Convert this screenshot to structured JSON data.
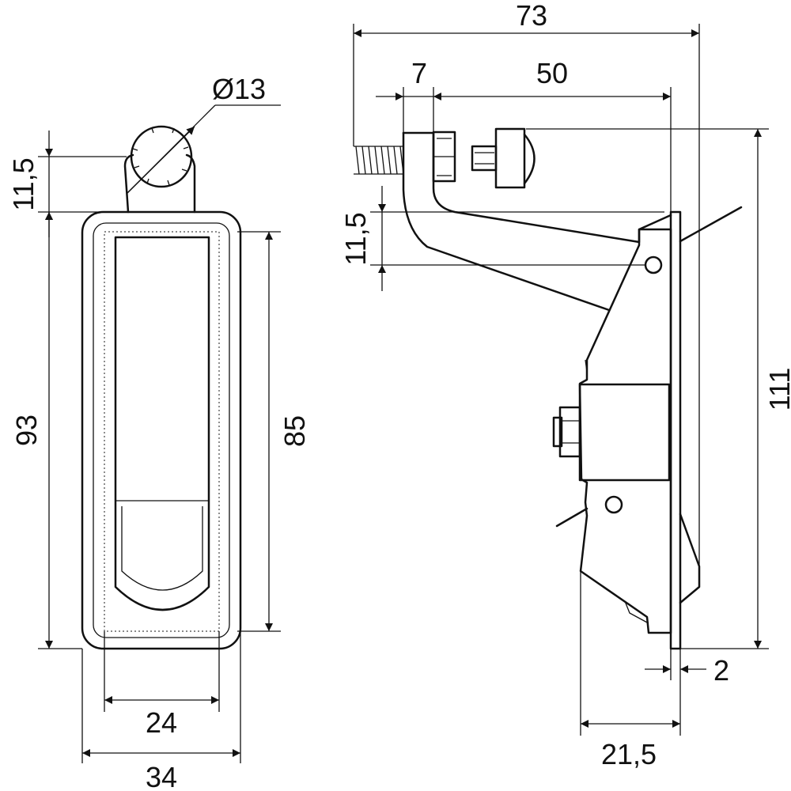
{
  "drawing": {
    "dimensions": {
      "knob_diameter": "Ø13",
      "front_top_offset": "11,5",
      "front_height": "93",
      "inner_height": "85",
      "inner_width": "24",
      "front_width": "34",
      "side_total_width": "73",
      "thread_length": "7",
      "arm_length": "50",
      "side_offset": "11,5",
      "side_height": "111",
      "plate_thickness": "2",
      "body_depth": "21,5"
    }
  }
}
